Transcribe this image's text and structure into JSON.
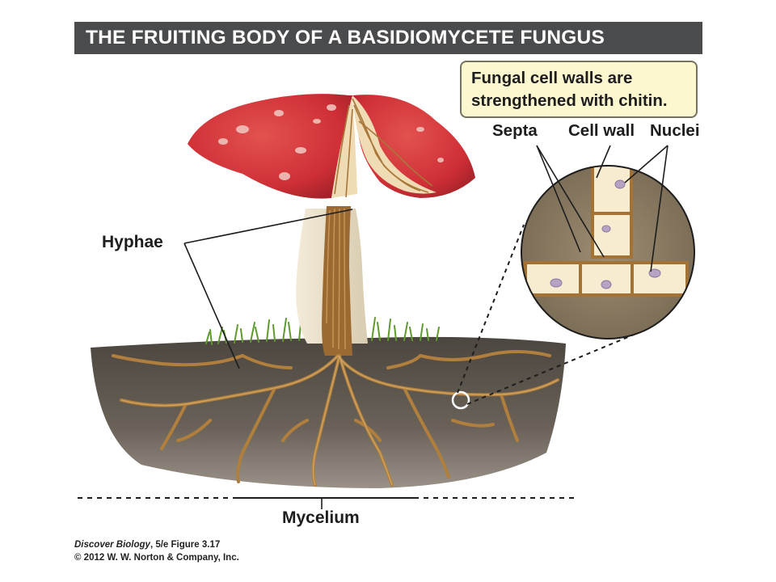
{
  "title": "THE FRUITING BODY OF A BASIDIOMYCETE FUNGUS",
  "callout": {
    "line1": "Fungal cell walls are",
    "line2": "strengthened with chitin."
  },
  "labels": {
    "septa": "Septa",
    "cell_wall": "Cell wall",
    "nuclei": "Nuclei",
    "hyphae": "Hyphae",
    "mycelium": "Mycelium"
  },
  "credit": {
    "book": "Discover Biology",
    "edition_figure": ", 5/e  Figure 3.17",
    "copyright": "© 2012 W. W. Norton & Company, Inc."
  },
  "colors": {
    "title_bar": "#4a4b4d",
    "callout_fill": "#fdf7cf",
    "cap_red": "#d6353b",
    "hyphae_brown": "#a8773a",
    "soil": "#5b544b",
    "grass": "#5e9a2d"
  }
}
